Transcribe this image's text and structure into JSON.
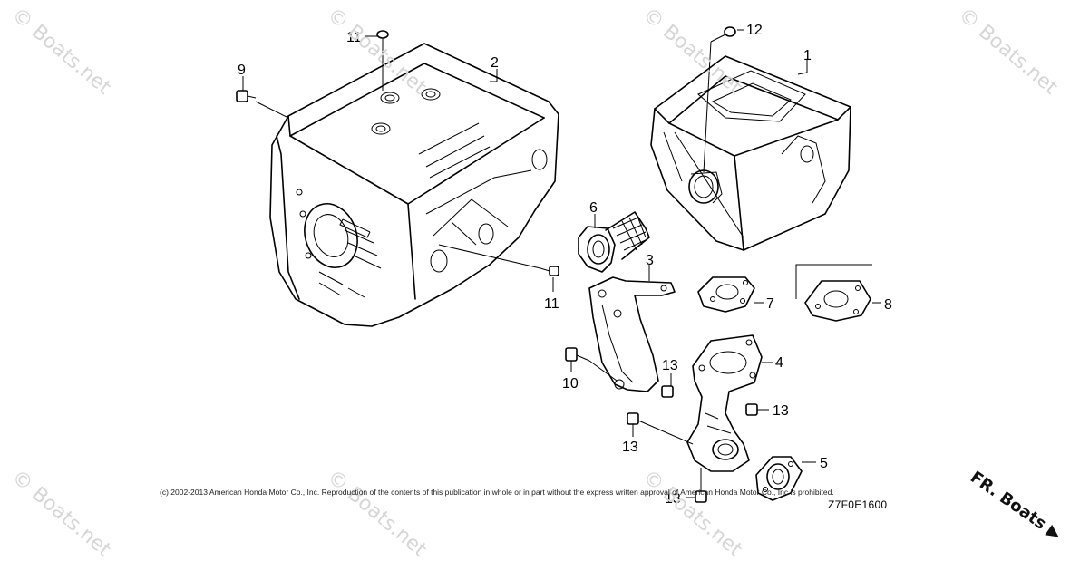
{
  "callouts": [
    {
      "id": "1",
      "text": "1"
    },
    {
      "id": "2",
      "text": "2"
    },
    {
      "id": "3",
      "text": "3"
    },
    {
      "id": "4",
      "text": "4"
    },
    {
      "id": "5",
      "text": "5"
    },
    {
      "id": "6",
      "text": "6"
    },
    {
      "id": "7",
      "text": "7"
    },
    {
      "id": "8",
      "text": "8"
    },
    {
      "id": "9",
      "text": "9"
    },
    {
      "id": "10",
      "text": "10"
    },
    {
      "id": "11a",
      "text": "11"
    },
    {
      "id": "11b",
      "text": "11"
    },
    {
      "id": "12",
      "text": "12"
    },
    {
      "id": "13a",
      "text": "13"
    },
    {
      "id": "13b",
      "text": "13"
    },
    {
      "id": "13c",
      "text": "13"
    },
    {
      "id": "13d",
      "text": "13"
    }
  ],
  "footer": {
    "copyright": "(c) 2002-2013 American Honda Motor Co., Inc. Reproduction of the contents of this publication in whole or in part without the express written approval of American Honda Motor Co., Inc is prohibited.",
    "diagram_code": "Z7F0E1600"
  },
  "watermark": {
    "text": "© Boats.net"
  },
  "orientation": {
    "text": "FR. Boats"
  }
}
